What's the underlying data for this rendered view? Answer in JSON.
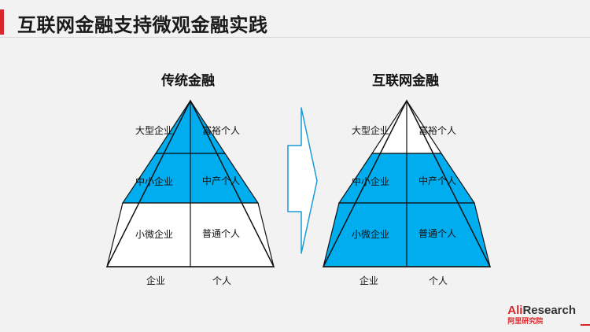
{
  "title": "互联网金融支持微观金融实践",
  "left": {
    "heading": "传统金融",
    "cells": {
      "top_left": "大型企业",
      "top_right": "富裕个人",
      "mid_left": "中小企业",
      "mid_right": "中产个人",
      "bottom_left": "小微企业",
      "bottom_right": "普通个人"
    },
    "axis_left": "企业",
    "axis_right": "个人"
  },
  "right": {
    "heading": "互联网金融",
    "cells": {
      "top_left": "大型企业",
      "top_right": "富裕个人",
      "mid_left": "中小企业",
      "mid_right": "中产个人",
      "bottom_left": "小微企业",
      "bottom_right": "普通个人"
    },
    "axis_left": "企业",
    "axis_right": "个人"
  },
  "logo": {
    "brand_red": "Ali",
    "brand_rest": "Research",
    "subtitle": "阿里研究院"
  },
  "colors": {
    "fill": "#00adef",
    "stroke": "#111111",
    "accent": "#d9262c"
  }
}
